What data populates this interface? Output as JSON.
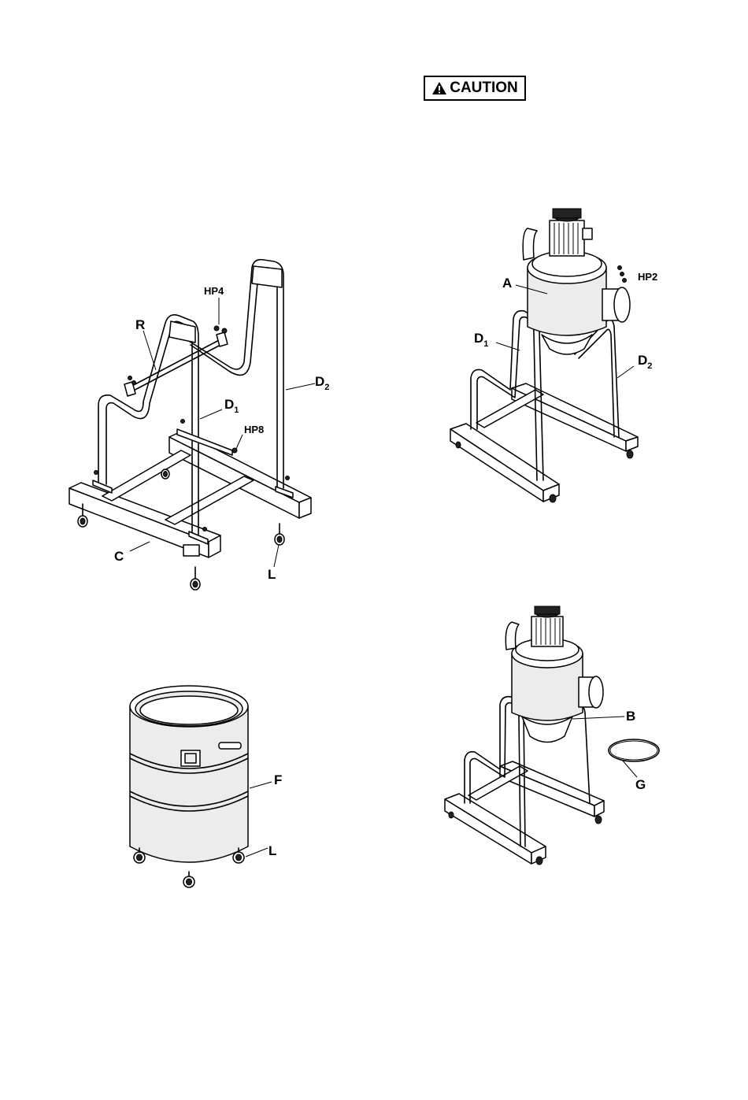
{
  "caution": {
    "text": "CAUTION",
    "icon": "warning-triangle-icon"
  },
  "figures": {
    "stand_exploded": {
      "labels": {
        "R": "R",
        "HP4": "HP4",
        "D1": "D",
        "D1_sub": "1",
        "D2": "D",
        "D2_sub": "2",
        "HP8": "HP8",
        "C": "C",
        "L": "L"
      }
    },
    "collector_mounted": {
      "labels": {
        "A": "A",
        "HP2": "HP2",
        "D1": "D",
        "D1_sub": "1",
        "D2": "D",
        "D2_sub": "2"
      }
    },
    "drum": {
      "labels": {
        "F": "F",
        "L": "L"
      }
    },
    "collector_ring": {
      "labels": {
        "B": "B",
        "G": "G"
      }
    }
  }
}
